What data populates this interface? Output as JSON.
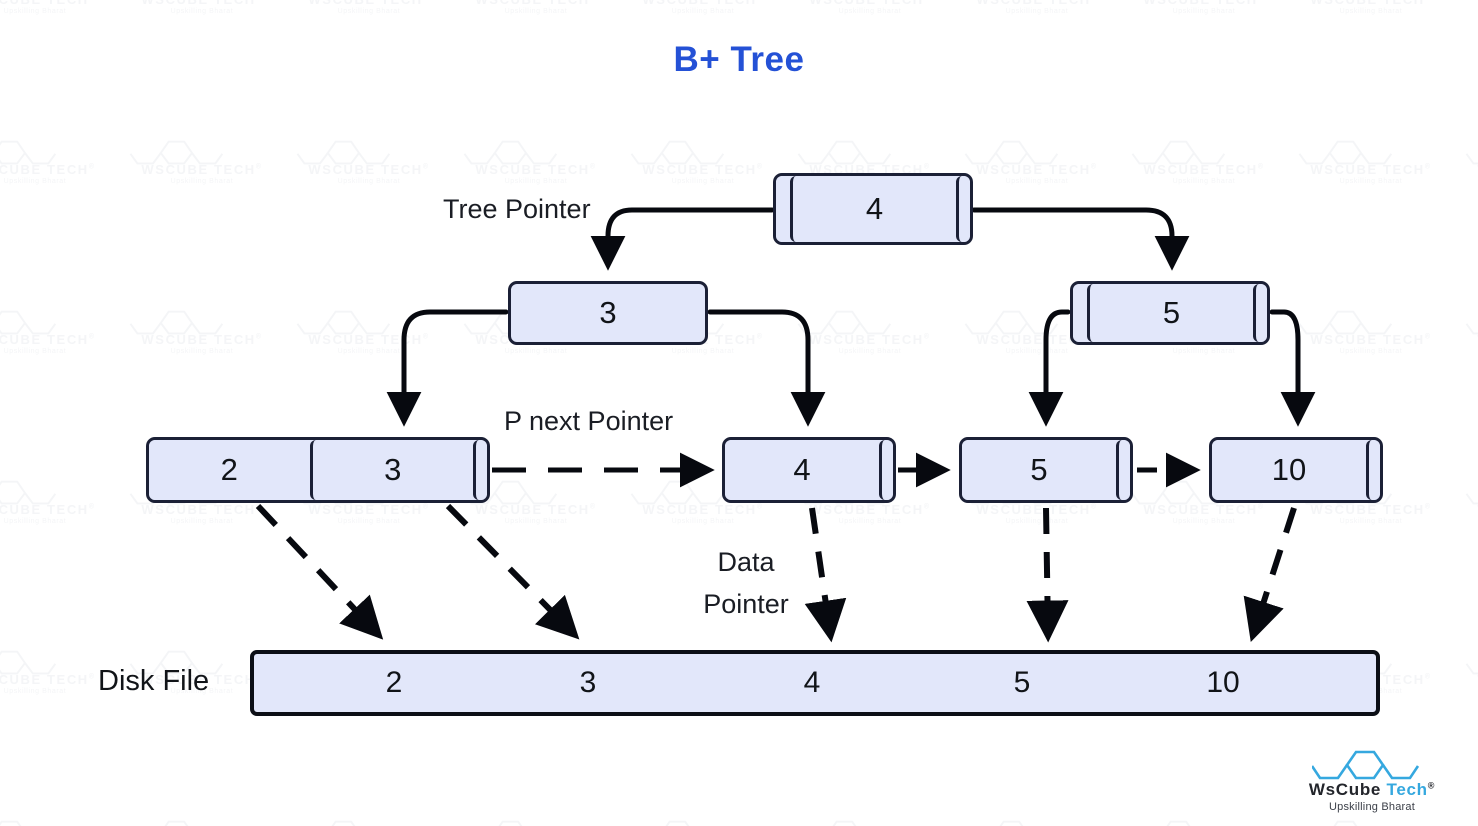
{
  "title": "B+ Tree",
  "theme": {
    "title_color": "#2451d6",
    "node_fill": "#e2e7fa",
    "node_stroke": "#1b2036",
    "text_color": "#111418",
    "page_background": "#ffffff",
    "logo_accent": "#35a8df"
  },
  "labels": {
    "tree_pointer": "Tree Pointer",
    "p_next_pointer": "P next Pointer",
    "data_pointer_line1": "Data",
    "data_pointer_line2": "Pointer",
    "disk_file": "Disk File"
  },
  "tree": {
    "root": {
      "keys": [
        "4"
      ]
    },
    "internal": [
      {
        "keys": [
          "3"
        ]
      },
      {
        "keys": [
          "5"
        ]
      }
    ],
    "leaves": [
      {
        "keys": [
          "2",
          "3"
        ]
      },
      {
        "keys": [
          "4"
        ]
      },
      {
        "keys": [
          "5"
        ]
      },
      {
        "keys": [
          "10"
        ]
      }
    ]
  },
  "disk_file": {
    "values": [
      "2",
      "3",
      "4",
      "5",
      "10"
    ]
  },
  "watermark": {
    "name_part1": "WsCube",
    "name_part2": "Tech",
    "registered": "®",
    "tagline": "Upskilling Bharat"
  },
  "logo": {
    "name_part1": "WsCube",
    "name_part2": "Tech",
    "registered": "®",
    "tagline": "Upskilling Bharat"
  }
}
